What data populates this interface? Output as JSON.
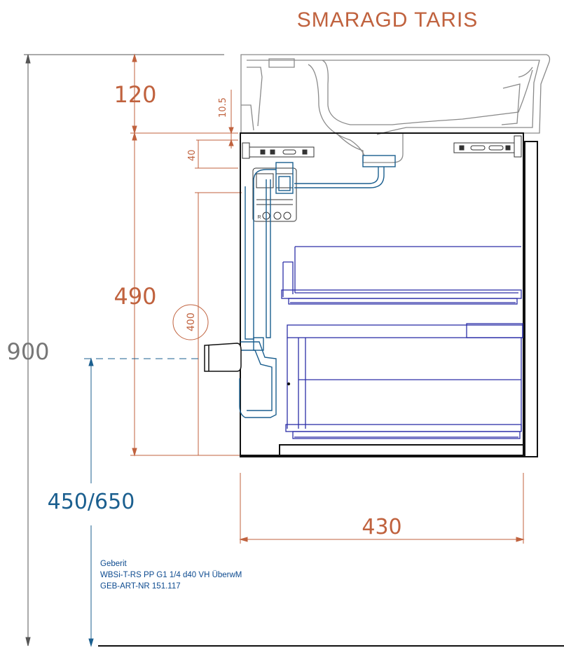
{
  "title": "SMARAGD TARIS",
  "dimensions": {
    "total_height": "900",
    "top_offset": "120",
    "offset_small": "10.5",
    "offset_40": "40",
    "drawer_zone": "490",
    "outlet_height": "400",
    "drain_height": "450/650",
    "width": "430"
  },
  "product_note": {
    "line1": "Geberit",
    "line2": "WBSi-T-RS PP G1 1/4 d40 VH ÜberwM",
    "line3": "GEB-ART-NR 151.117"
  },
  "labels": {
    "bracket_left_letter": "R"
  },
  "colors": {
    "dimension": "#c0623e",
    "siphon": "#1b5f8f",
    "drawer": "#2c2fa8",
    "outline": "#111111",
    "basin": "#8a8a8a"
  }
}
